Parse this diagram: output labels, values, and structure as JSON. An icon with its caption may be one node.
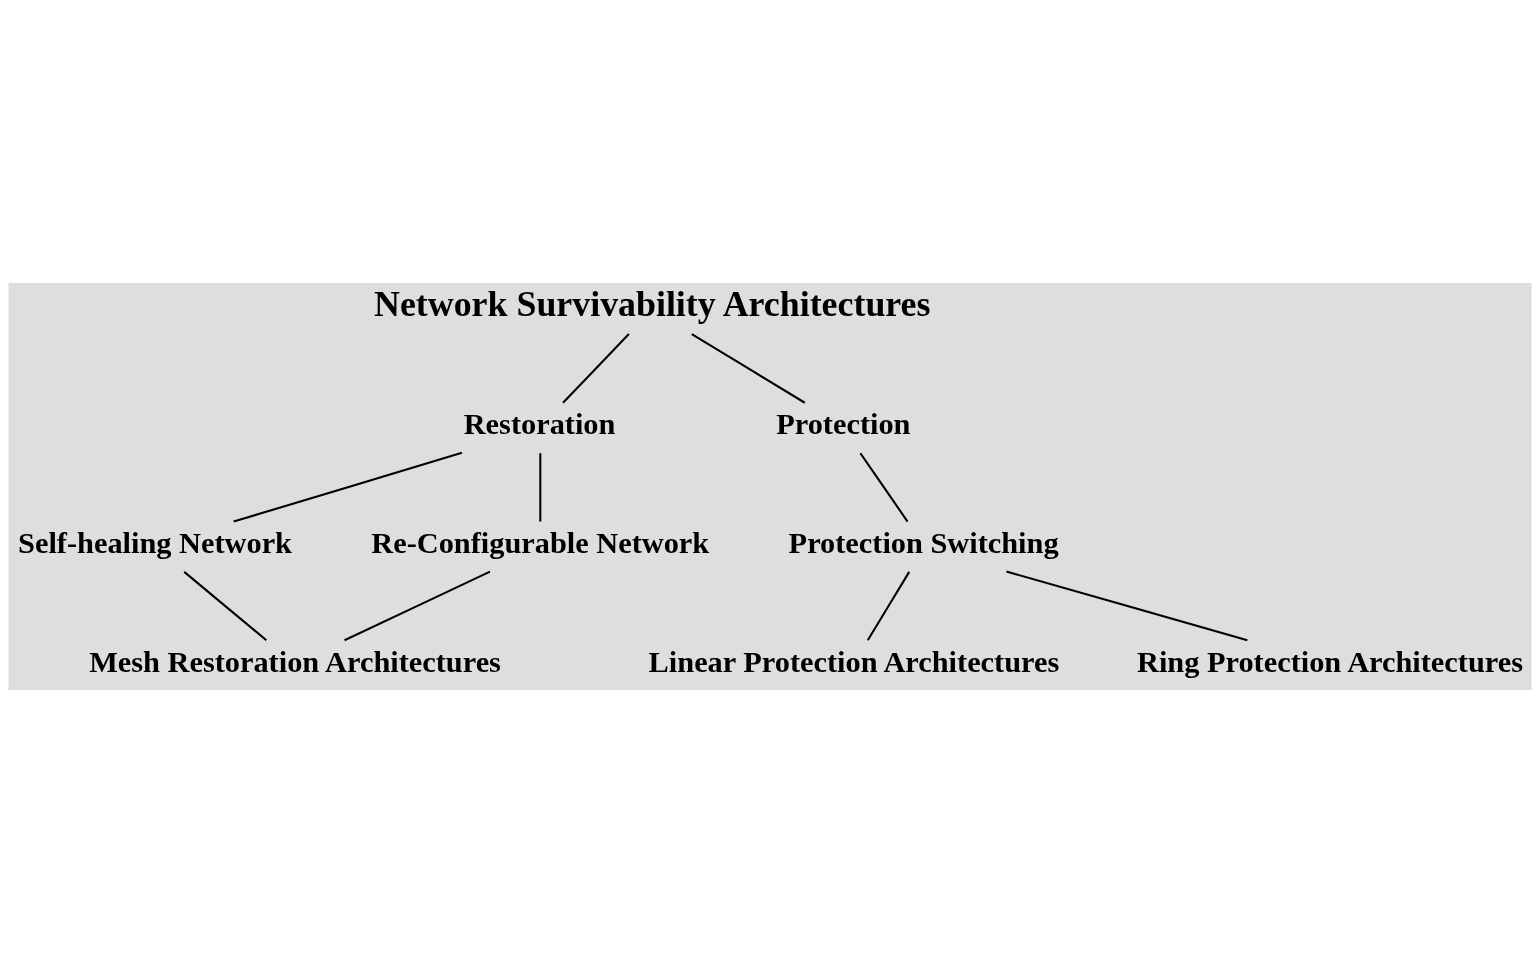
{
  "diagram": {
    "nodes": [
      {
        "text": [
          "Network Survivability Architectures"
        ]
      },
      {
        "text": [
          "Restoration"
        ]
      },
      {
        "text": [
          "Protection"
        ]
      },
      {
        "text": [
          "Self-healing Network"
        ]
      },
      {
        "text": [
          "Re-Configurable Network"
        ]
      },
      {
        "text": [
          "Protection Switching"
        ]
      },
      {
        "text": [
          "Mesh Restoration Architectures"
        ]
      },
      {
        "text": [
          "Linear Protection Architectures"
        ]
      },
      {
        "text": [
          "Ring Protection Architectures"
        ]
      }
    ],
    "edges": [
      {
        "from": 0,
        "to": 1,
        "arrow": "none"
      },
      {
        "from": 0,
        "to": 2,
        "arrow": "none"
      },
      {
        "from": 1,
        "to": 3,
        "arrow": "none"
      },
      {
        "from": 1,
        "to": 4,
        "arrow": "none"
      },
      {
        "from": 2,
        "to": 5,
        "arrow": "none"
      },
      {
        "from": 3,
        "to": 6,
        "arrow": "none"
      },
      {
        "from": 4,
        "to": 6,
        "arrow": "none"
      },
      {
        "from": 5,
        "to": 7,
        "arrow": "none"
      },
      {
        "from": 5,
        "to": 8,
        "arrow": "none"
      }
    ]
  }
}
